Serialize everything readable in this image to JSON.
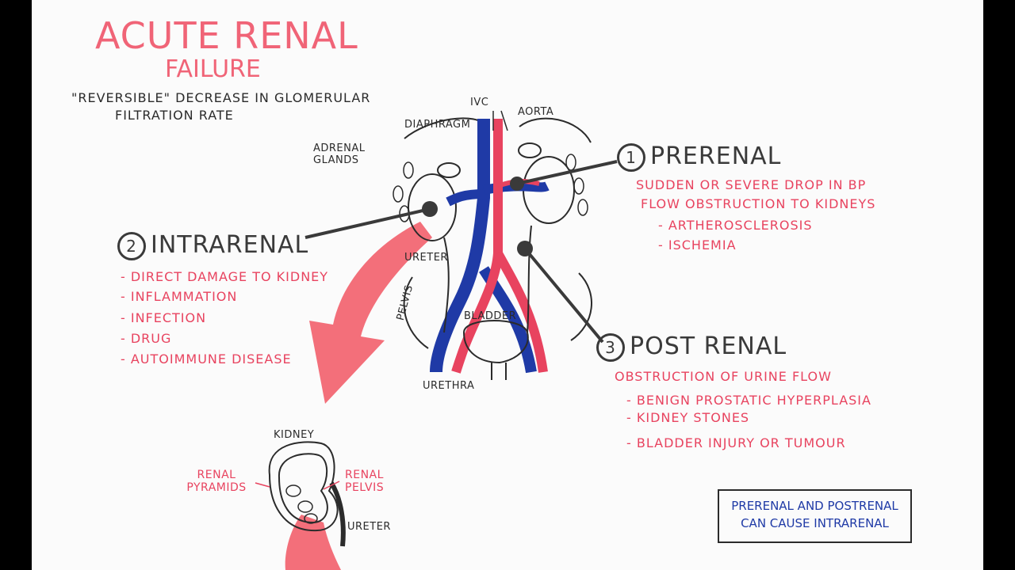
{
  "title": {
    "line1": "Acute Renal",
    "line2": "Failure"
  },
  "definition": {
    "line1": "\"Reversible\" decrease in glomerular",
    "line2": "filtration rate"
  },
  "anatomy_labels": {
    "ivc": "IVC",
    "aorta": "Aorta",
    "diaphragm": "Diaphragm",
    "adrenal": "Adrenal glands",
    "ureter": "Ureter",
    "pelvis": "Pelvis",
    "bladder": "Bladder",
    "urethra": "Urethra"
  },
  "prerenal": {
    "number": "1",
    "heading": "Prerenal",
    "items": [
      "Sudden or severe drop in BP",
      "Flow obstruction to kidneys",
      "- Artherosclerosis",
      "- Ischemia"
    ]
  },
  "intrarenal": {
    "number": "2",
    "heading": "Intrarenal",
    "items": [
      "- Direct damage to kidney",
      "- Inflammation",
      "- Infection",
      "- Drug",
      "- Autoimmune disease"
    ]
  },
  "postrenal": {
    "number": "3",
    "heading": "Post Renal",
    "items": [
      "Obstruction of urine flow",
      "- Benign prostatic hyperplasia",
      "- Kidney stones",
      "- Bladder injury or tumour"
    ]
  },
  "kidney_diagram": {
    "kidney": "Kidney",
    "pyramids": "Renal pyramids",
    "pelvis": "Renal pelvis",
    "ureter": "Ureter"
  },
  "note": "Prerenal and postrenal can cause intrarenal",
  "colors": {
    "red": "#e8435f",
    "blue": "#1f3aa6",
    "ink": "#2b2b2b",
    "arrow": "#f25f6b"
  }
}
